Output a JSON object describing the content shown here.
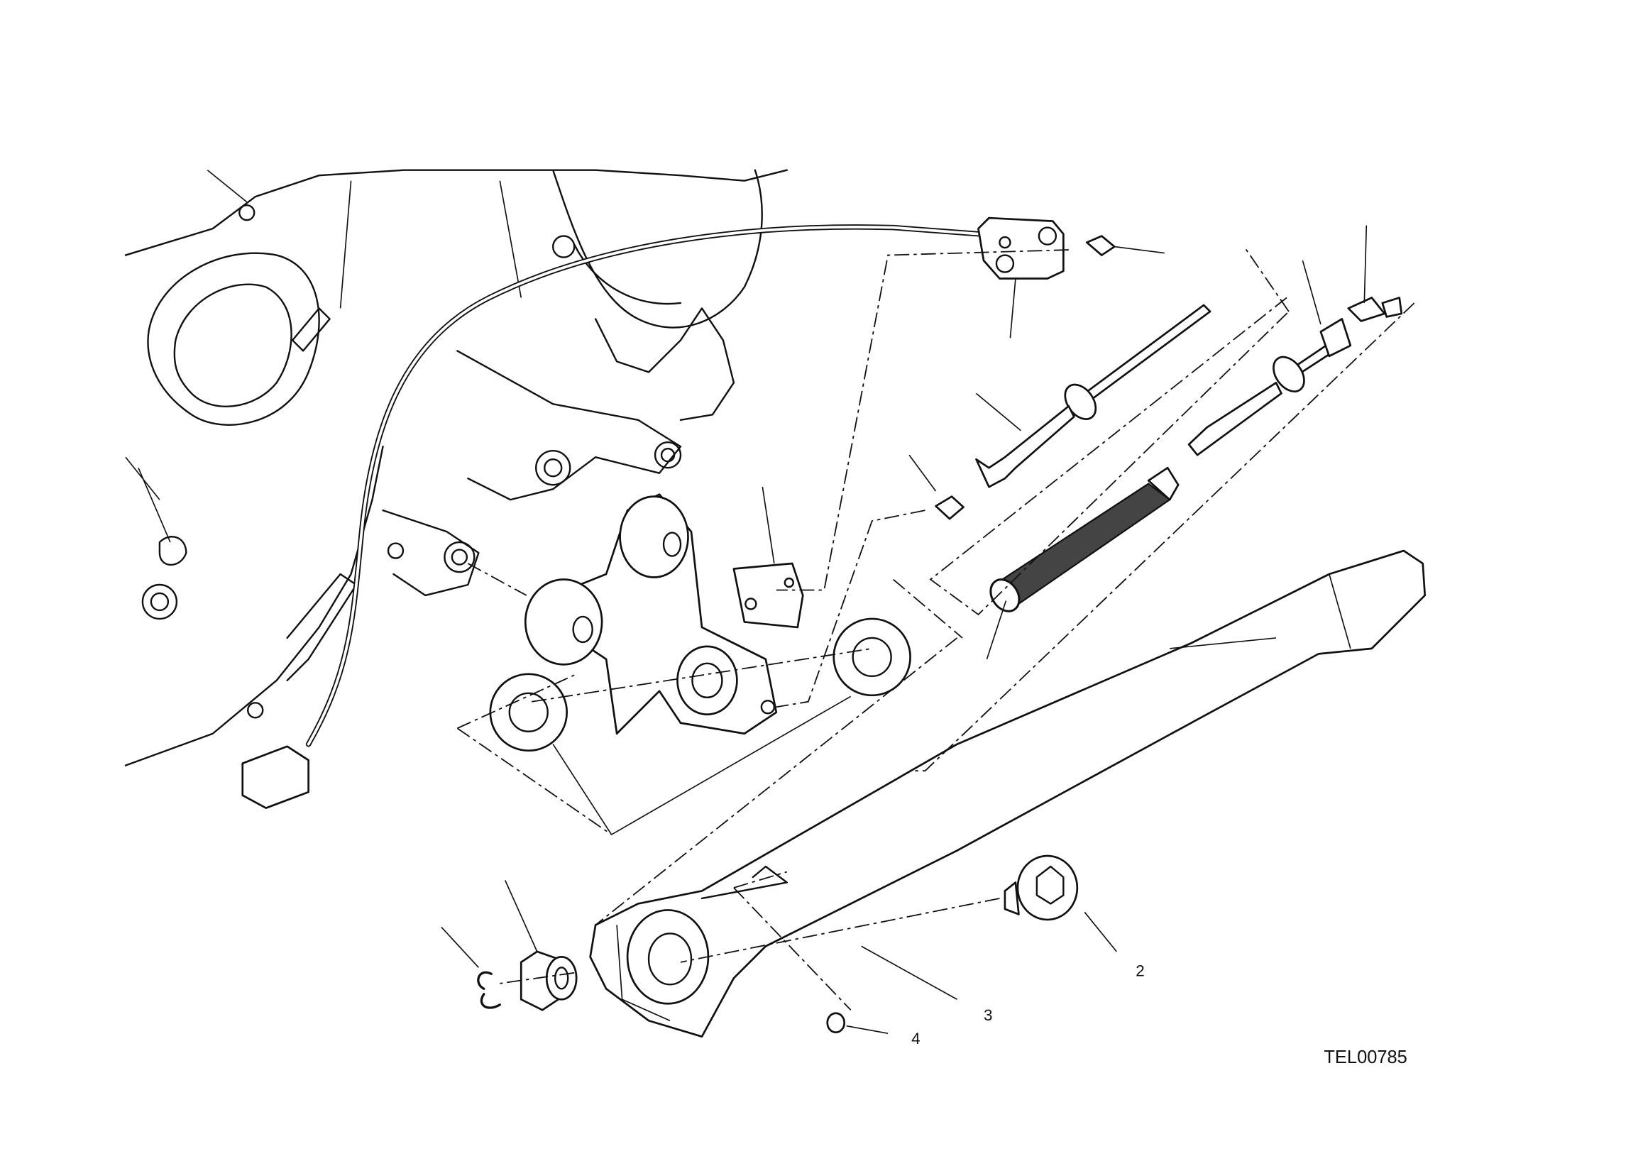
{
  "diagram": {
    "drawing_code": "TEL00785",
    "callouts": [
      "2",
      "3",
      "4"
    ],
    "parts": [
      "engine-casing",
      "sidestand-switch-cable",
      "switch-connector",
      "switch-plate",
      "switch-screw",
      "sidestand-bracket",
      "spacer-washer-left",
      "spacer-washer-right",
      "inner-spring-rod",
      "outer-spring-rod",
      "spring",
      "spring-pin",
      "rod-pin",
      "sidestand-leg",
      "pivot-bolt",
      "pivot-nut",
      "circlip",
      "stop-pin"
    ]
  }
}
